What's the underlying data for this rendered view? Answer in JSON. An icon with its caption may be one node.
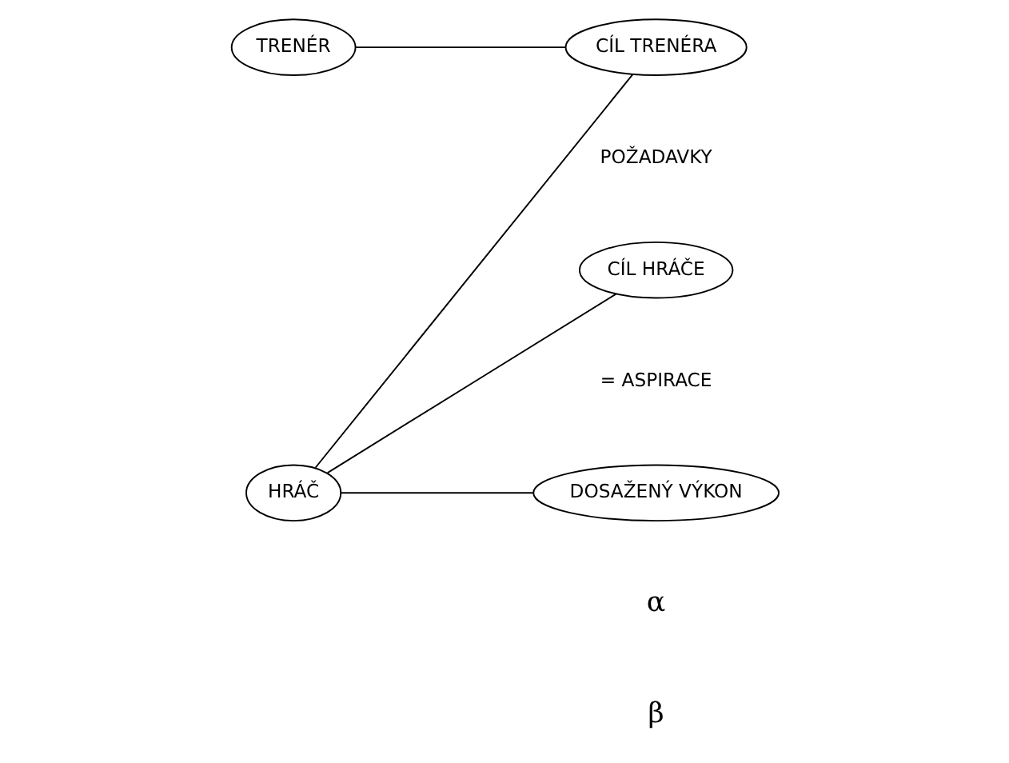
{
  "diagram": {
    "nodes": [
      {
        "text": [
          "TRENÉR"
        ]
      },
      {
        "text": [
          "CÍL TRENÉRA"
        ],
        "beside": [
          "POŽADAVKY"
        ]
      },
      {
        "text": [
          "HRÁČ"
        ]
      },
      {
        "text": [
          "CÍL HRÁČE"
        ],
        "beside": [
          "= ASPIRACE"
        ]
      },
      {
        "text": [
          "DOSAŽENÝ VÝKON"
        ]
      }
    ],
    "edges": [
      {
        "from": 0,
        "to": 1,
        "arrow": "none"
      },
      {
        "from": 2,
        "to": 1,
        "arrow": "none"
      },
      {
        "from": 2,
        "to": 3,
        "arrow": "none"
      },
      {
        "from": 2,
        "to": 4,
        "arrow": "none"
      }
    ],
    "labels": [
      "α",
      "β"
    ]
  }
}
